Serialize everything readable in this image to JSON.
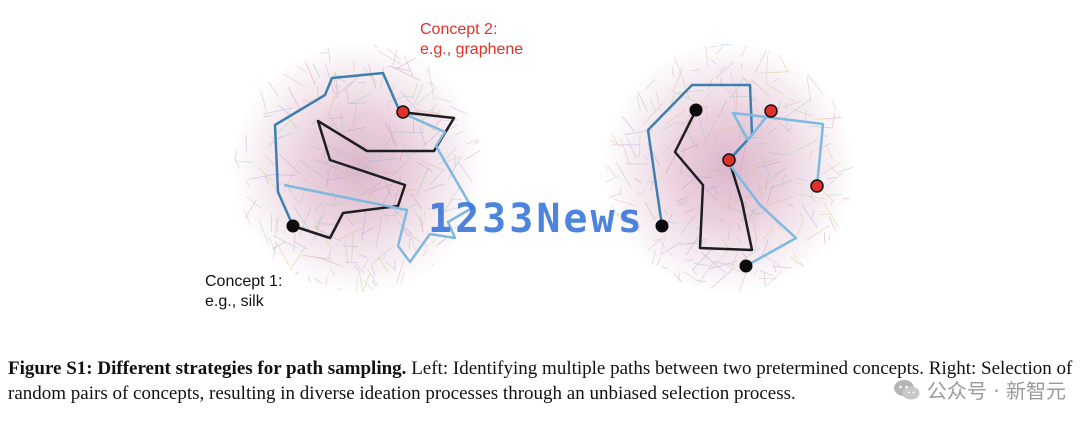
{
  "concept2": {
    "line1": "Concept 2:",
    "line2": "e.g., graphene"
  },
  "concept1": {
    "line1": "Concept 1:",
    "line2": "e.g., silk"
  },
  "watermark": "1233News",
  "caption": {
    "title": "Figure S1: Different strategies for path sampling.",
    "text": " Left: Identifying multiple paths between two pretermined concepts. Right: Selection of random pairs of concepts, resulting in diverse ideation processes through an unbiased selection process."
  },
  "wechat": {
    "label": "公众号 · 新智元"
  },
  "colors": {
    "red": "#e0312a",
    "path_dark": "#1d1d22",
    "path_blue": "#3f7fb0",
    "path_light": "#7fb9df"
  },
  "icons": [
    "wechat-icon"
  ]
}
